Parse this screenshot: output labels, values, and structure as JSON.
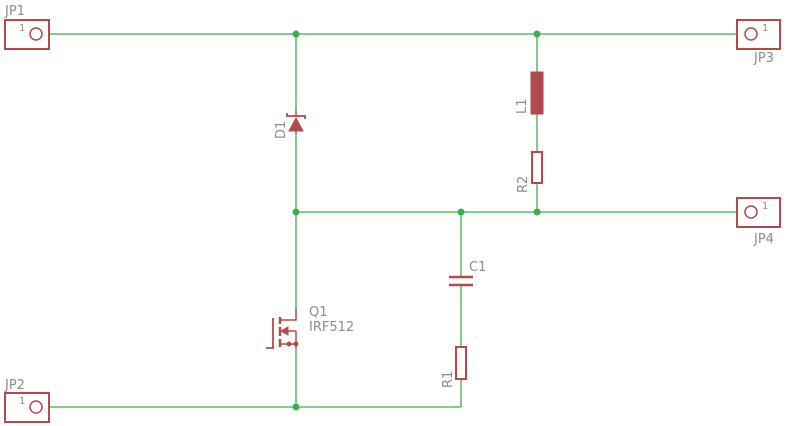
{
  "colors": {
    "wire": "#3fae49",
    "part": "#b14a4a",
    "label": "#8c8c8c"
  },
  "connectors": {
    "jp1": {
      "name": "JP1",
      "pin": "1"
    },
    "jp2": {
      "name": "JP2",
      "pin": "1"
    },
    "jp3": {
      "name": "JP3",
      "pin": "1"
    },
    "jp4": {
      "name": "JP4",
      "pin": "1"
    }
  },
  "parts": {
    "d1": {
      "name": "D1"
    },
    "l1": {
      "name": "L1"
    },
    "r1": {
      "name": "R1"
    },
    "r2": {
      "name": "R2"
    },
    "c1": {
      "name": "C1"
    },
    "q1": {
      "name": "Q1",
      "value": "IRF512"
    }
  }
}
